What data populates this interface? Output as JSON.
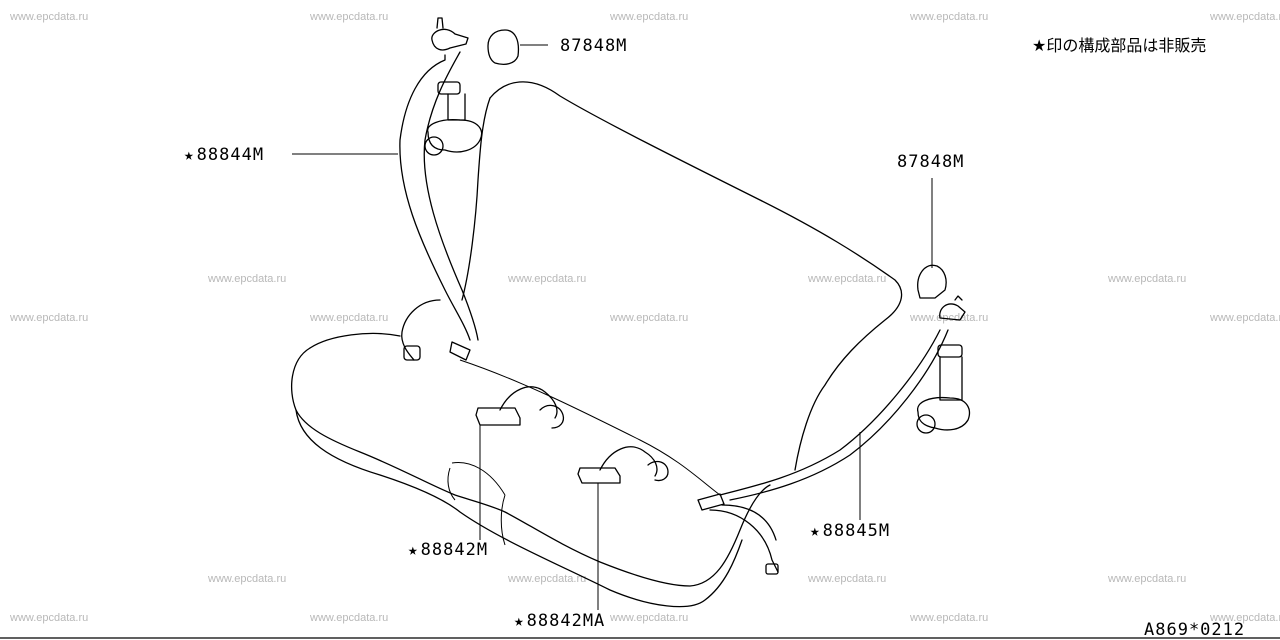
{
  "watermark_text": "www.epcdata.ru",
  "note": {
    "star": "★",
    "text": "印の構成部品は非販売"
  },
  "diagram_code": "A869*0212",
  "callouts": {
    "cap_left": {
      "star": "",
      "text": "87848M"
    },
    "cap_right": {
      "star": "",
      "text": "87848M"
    },
    "belt_left": {
      "star": "★",
      "text": "88844M"
    },
    "belt_right": {
      "star": "★",
      "text": "88845M"
    },
    "buckle_left": {
      "star": "★",
      "text": "88842M"
    },
    "buckle_center": {
      "star": "★",
      "text": "88842MA"
    }
  }
}
